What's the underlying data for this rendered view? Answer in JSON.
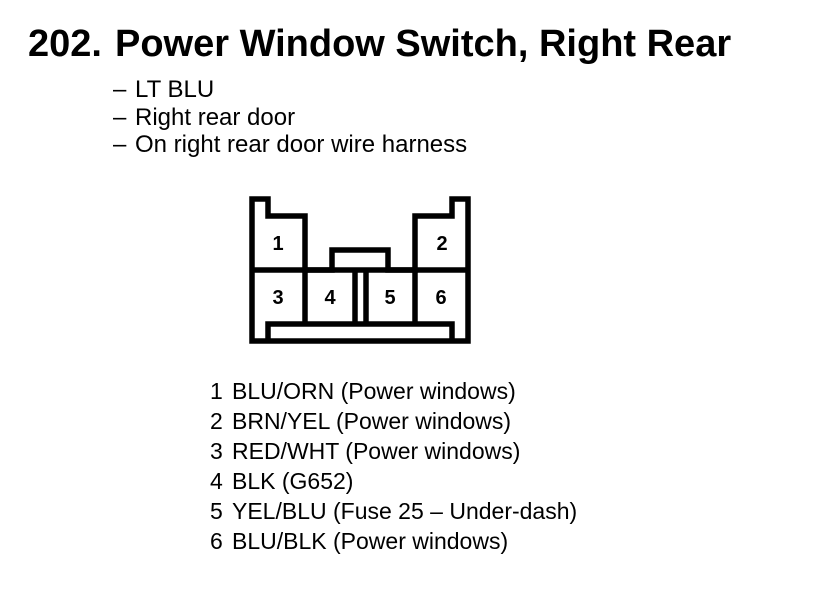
{
  "colors": {
    "background": "#ffffff",
    "ink": "#000000"
  },
  "header": {
    "index": "202.",
    "title": "Power Window Switch, Right Rear"
  },
  "notes": {
    "dash": "–",
    "items": [
      "LT BLU",
      "Right rear door",
      "On right rear door wire harness"
    ]
  },
  "connector": {
    "pin_labels": [
      "1",
      "2",
      "3",
      "4",
      "5",
      "6"
    ]
  },
  "pin_list": [
    {
      "pin": "1",
      "label": "BLU/ORN (Power windows)"
    },
    {
      "pin": "2",
      "label": "BRN/YEL (Power windows)"
    },
    {
      "pin": "3",
      "label": "RED/WHT (Power windows)"
    },
    {
      "pin": "4",
      "label": "BLK (G652)"
    },
    {
      "pin": "5",
      "label": "YEL/BLU (Fuse 25 – Under-dash)"
    },
    {
      "pin": "6",
      "label": "BLU/BLK (Power windows)"
    }
  ]
}
